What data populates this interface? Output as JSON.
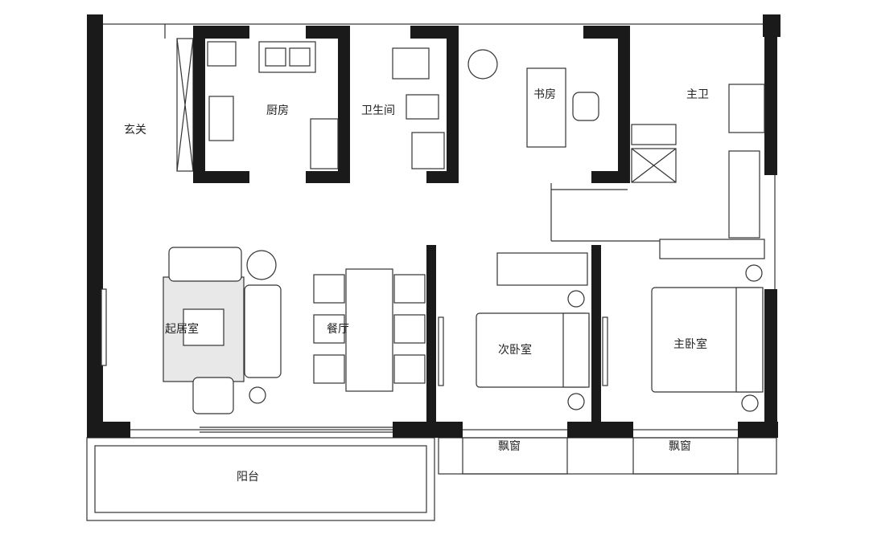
{
  "rooms": {
    "entrance": "玄关",
    "kitchen": "厨房",
    "bathroom": "卫生间",
    "study": "书房",
    "master_bath": "主卫",
    "living_room": "起居室",
    "dining_room": "餐厅",
    "second_bedroom": "次卧室",
    "master_bedroom": "主卧室",
    "bay_window_1": "飘窗",
    "bay_window_2": "飘窗",
    "balcony": "阳台"
  }
}
